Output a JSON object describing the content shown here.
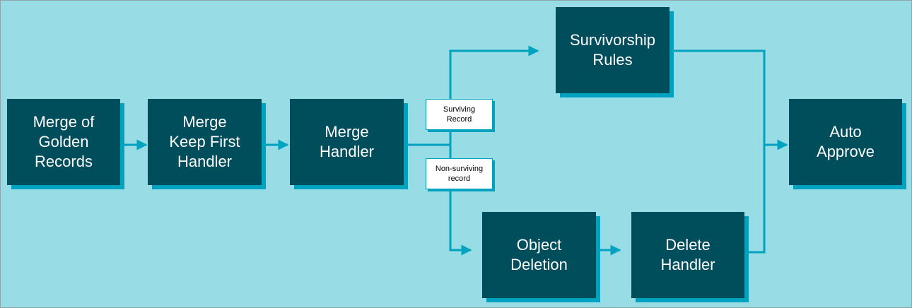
{
  "diagram": {
    "nodes": {
      "merge_golden": "Merge of\nGolden\nRecords",
      "merge_keep_first": "Merge\nKeep First\nHandler",
      "merge_handler": "Merge\nHandler",
      "survivorship_rules": "Survivorship\nRules",
      "object_deletion": "Object\nDeletion",
      "delete_handler": "Delete\nHandler",
      "auto_approve": "Auto\nApprove"
    },
    "edge_labels": {
      "surviving": "Surviving\nRecord",
      "non_surviving": "Non-surviving\nrecord"
    },
    "colors": {
      "background": "#98dde5",
      "box": "#004d5c",
      "box_shadow": "#00a3bf",
      "connector": "#00a3bf",
      "text": "#ffffff"
    }
  }
}
